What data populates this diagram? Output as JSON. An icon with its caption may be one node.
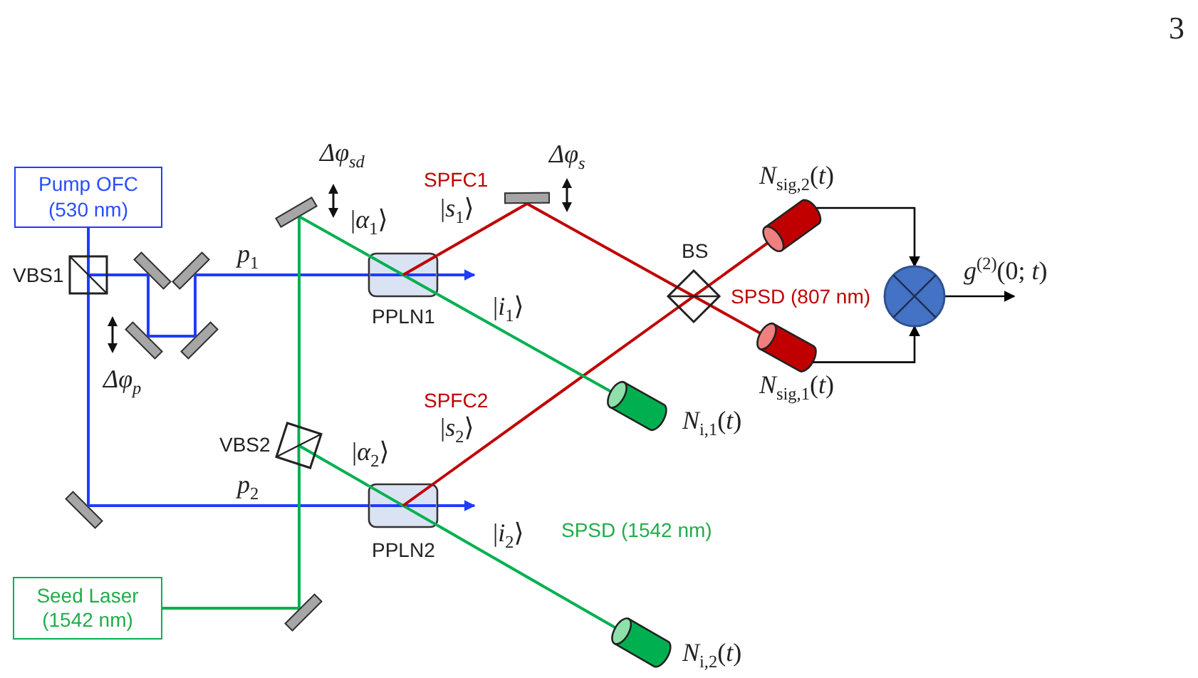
{
  "diagram": {
    "nodes": [
      {
        "text": [
          "Pump OFC (530 nm)"
        ]
      },
      {
        "text": [
          "VBS1"
        ]
      },
      {
        "text": [],
        "shape": "bar"
      },
      {
        "text": [],
        "shape": "bar"
      },
      {
        "text": [],
        "shape": "bar"
      },
      {
        "text": [],
        "shape": "bar"
      },
      {
        "text": [],
        "shape": "bar"
      },
      {
        "text": [
          "Seed Laser (1542 nm)"
        ]
      },
      {
        "text": [],
        "shape": "bar"
      },
      {
        "text": [
          "VBS2"
        ]
      },
      {
        "text": [],
        "shape": "bar"
      },
      {
        "text": [
          "PPLN1"
        ]
      },
      {
        "text": [
          "PPLN2"
        ]
      },
      {
        "text": [],
        "shape": "bar"
      },
      {
        "text": [
          "BS"
        ]
      },
      {
        "text": [],
        "shape": "cylinder",
        "beside": [
          "*N*$_{i,1}$(*t*)"
        ]
      },
      {
        "text": [],
        "shape": "cylinder",
        "beside": [
          "*N*$_{i,2}$(*t*)"
        ]
      },
      {
        "text": [],
        "shape": "cylinder",
        "beside": [
          "*N*$_{sig,2}$(*t*)"
        ]
      },
      {
        "text": [],
        "shape": "cylinder",
        "beside": [
          "*N*$_{sig,1}$(*t*)"
        ]
      },
      {
        "text": [],
        "shape": "circle"
      }
    ],
    "edges": [
      {
        "from": 0,
        "to": 1,
        "arrow": "none"
      },
      {
        "from": 1,
        "to": 2,
        "arrow": "none"
      },
      {
        "from": 2,
        "to": 4,
        "arrow": "none"
      },
      {
        "from": 4,
        "to": 5,
        "arrow": "none"
      },
      {
        "from": 5,
        "to": 3,
        "arrow": "none"
      },
      {
        "from": 3,
        "to": 11,
        "arrow": "none",
        "label": "*p*$_{1}$"
      },
      {
        "from": 11,
        "to": null,
        "arrow": "to"
      },
      {
        "from": 1,
        "to": 6,
        "arrow": "none"
      },
      {
        "from": 6,
        "to": 12,
        "arrow": "none",
        "label": "*p*$_{2}$"
      },
      {
        "from": 12,
        "to": null,
        "arrow": "to"
      },
      {
        "from": 7,
        "to": 8,
        "arrow": "none",
        "color": "#00b050"
      },
      {
        "from": 8,
        "to": 9,
        "arrow": "none",
        "color": "#00b050"
      },
      {
        "from": 9,
        "to": 10,
        "arrow": "none",
        "color": "#00b050"
      },
      {
        "from": 10,
        "to": 11,
        "arrow": "none",
        "label": "|*α*$_{1}$⟩",
        "color": "#00b050"
      },
      {
        "from": 9,
        "to": 12,
        "arrow": "none",
        "label": "|*α*$_{2}$⟩",
        "color": "#00b050"
      },
      {
        "from": 11,
        "to": 13,
        "arrow": "none",
        "label": "|*s*$_{1}$⟩",
        "color": "#c00000"
      },
      {
        "from": 13,
        "to": 14,
        "arrow": "none",
        "color": "#c00000"
      },
      {
        "from": 12,
        "to": 14,
        "arrow": "none",
        "label": "|*s*$_{2}$⟩",
        "color": "#c00000"
      },
      {
        "from": 14,
        "to": 18,
        "arrow": "none",
        "color": "#c00000"
      },
      {
        "from": 14,
        "to": 17,
        "arrow": "none",
        "color": "#c00000"
      },
      {
        "from": 11,
        "to": 15,
        "arrow": "none",
        "label": "|*i*$_{1}$⟩",
        "color": "#00b050"
      },
      {
        "from": 12,
        "to": 16,
        "arrow": "none",
        "label": "|*i*$_{2}$⟩",
        "color": "#00b050"
      },
      {
        "from": 17,
        "to": 19,
        "arrow": "to",
        "color": "#000000"
      },
      {
        "from": 18,
        "to": 19,
        "arrow": "to",
        "color": "#000000"
      },
      {
        "from": 19,
        "to": null,
        "arrow": "to",
        "label": "*g*$^{(2)}$(0; *t*)",
        "color": "#000000"
      }
    ],
    "labels": [
      "3",
      "Δφ$_{sd}$",
      "Δφ$_{s}$",
      "SPFC1",
      "SPSD (807 nm)",
      "Δφ$_{p}$",
      "SPFC2",
      "SPSD (1542 nm)"
    ]
  }
}
